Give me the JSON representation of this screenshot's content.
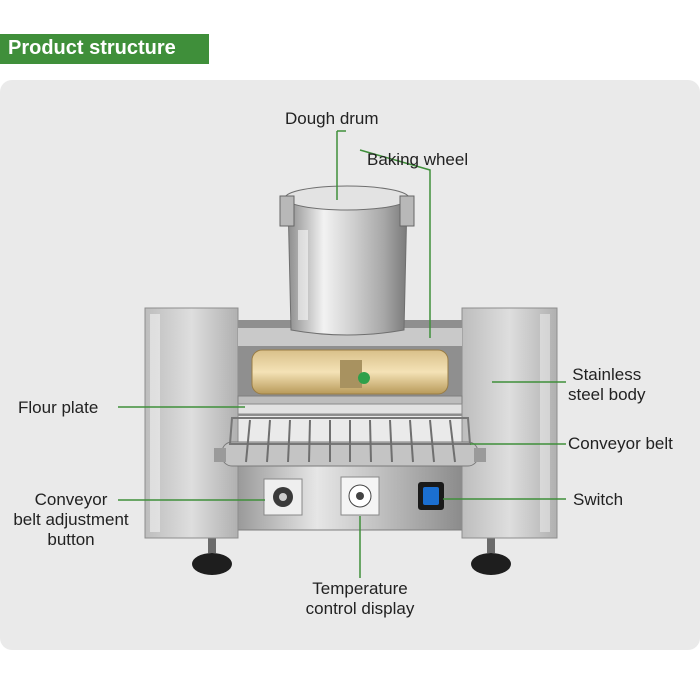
{
  "header": {
    "title": "Product structure"
  },
  "labels": {
    "dough_drum": "Dough drum",
    "baking_wheel": "Baking wheel",
    "stainless_body_line1": "Stainless",
    "stainless_body_line2": "steel body",
    "flour_plate": "Flour plate",
    "conveyor_belt": "Conveyor belt",
    "conveyor_adj_line1": "Conveyor",
    "conveyor_adj_line2": "belt adjustment",
    "conveyor_adj_line3": "button",
    "switch": "Switch",
    "temp_line1": "Temperature",
    "temp_line2": "control display"
  },
  "colors": {
    "header_bg": "#3f8f3a",
    "panel_bg": "#eaeaea",
    "leader_line": "#3f8f3a",
    "switch_blue": "#1b6fd1"
  }
}
